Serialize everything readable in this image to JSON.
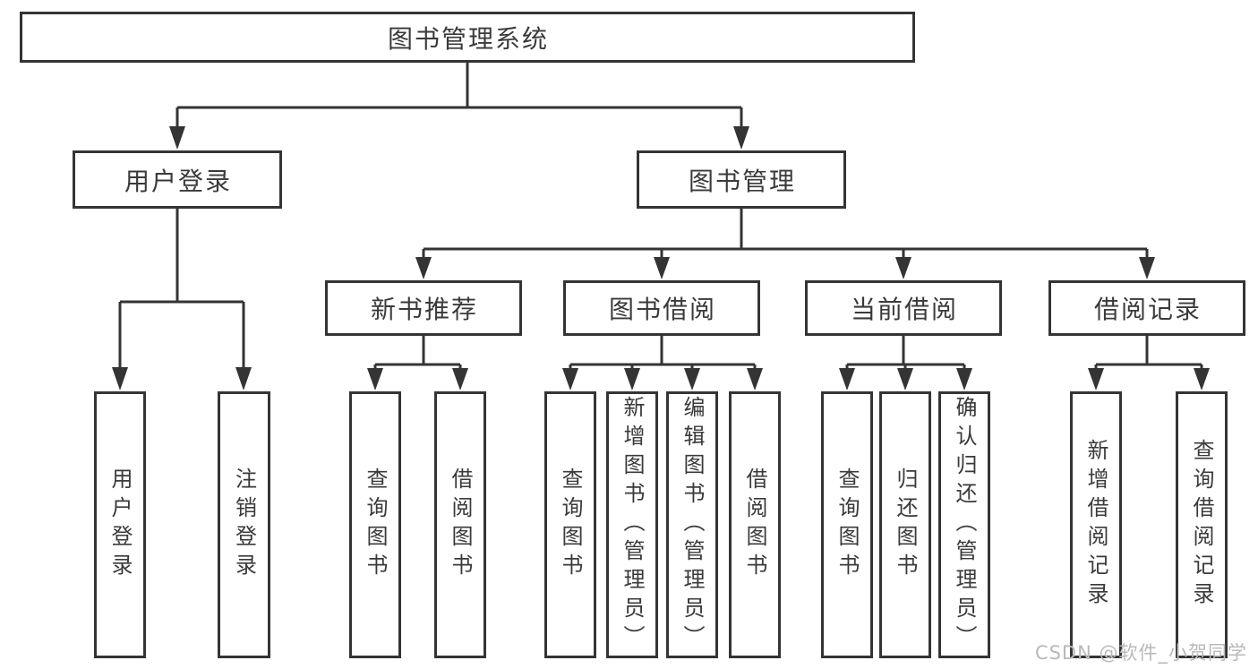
{
  "colors": {
    "line": "#343434",
    "text": "#3a3a3a",
    "watermark": "#b9b9b9",
    "background": "#ffffff"
  },
  "root": {
    "label": "图书管理系统"
  },
  "level2": {
    "user_login": {
      "label": "用户登录"
    },
    "book_mgmt": {
      "label": "图书管理"
    }
  },
  "level3": {
    "new_book_rec": {
      "label": "新书推荐"
    },
    "book_borrow": {
      "label": "图书借阅"
    },
    "current_borrow": {
      "label": "当前借阅"
    },
    "borrow_record": {
      "label": "借阅记录"
    }
  },
  "leaves": {
    "user_login_children": [
      {
        "label": "用户登录"
      },
      {
        "label": "注销登录"
      }
    ],
    "new_book_rec_children": [
      {
        "label": "查询图书"
      },
      {
        "label": "借阅图书"
      }
    ],
    "book_borrow_children": [
      {
        "label": "查询图书"
      },
      {
        "label": "新增图书（管理员）"
      },
      {
        "label": "编辑图书（管理员）"
      },
      {
        "label": "借阅图书"
      }
    ],
    "current_borrow_children": [
      {
        "label": "查询图书"
      },
      {
        "label": "归还图书"
      },
      {
        "label": "确认归还（管理员）"
      }
    ],
    "borrow_record_children": [
      {
        "label": "新增借阅记录"
      },
      {
        "label": "查询借阅记录"
      }
    ]
  },
  "watermark": {
    "text": "CSDN @软件_小贺同学"
  }
}
